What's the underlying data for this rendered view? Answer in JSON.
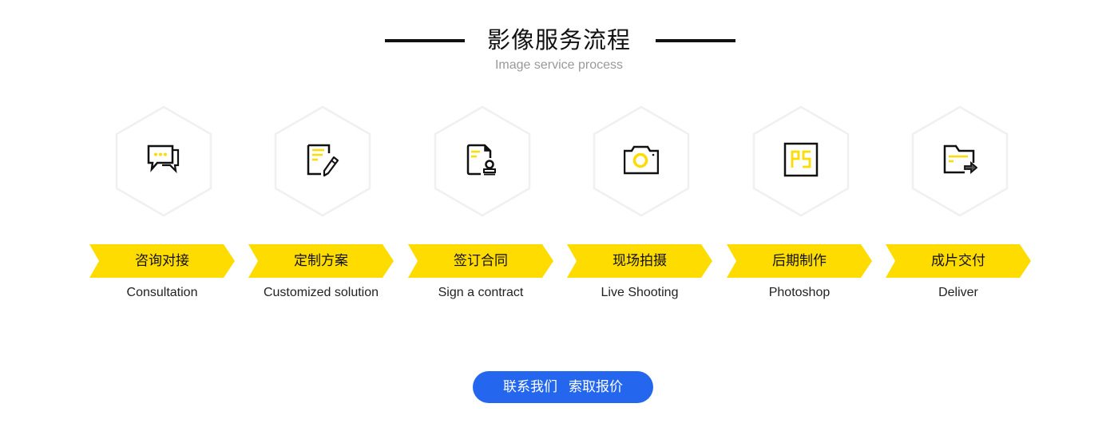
{
  "header": {
    "title": "影像服务流程",
    "subtitle": "Image service process"
  },
  "colors": {
    "accent_yellow": "#FFDC00",
    "icon_stroke": "#111111",
    "hex_border": "#F0F0F0",
    "cta_blue": "#2467EE",
    "subtitle_gray": "#999999"
  },
  "steps": [
    {
      "cn": "咨询对接",
      "en": "Consultation",
      "icon": "chat-bubbles-icon"
    },
    {
      "cn": "定制方案",
      "en": "Customized solution",
      "icon": "document-edit-icon"
    },
    {
      "cn": "签订合同",
      "en": "Sign a contract",
      "icon": "contract-stamp-icon"
    },
    {
      "cn": "现场拍摄",
      "en": "Live Shooting",
      "icon": "camera-icon"
    },
    {
      "cn": "后期制作",
      "en": "Photoshop",
      "icon": "photoshop-icon"
    },
    {
      "cn": "成片交付",
      "en": "Deliver",
      "icon": "folder-export-icon"
    }
  ],
  "cta": {
    "part1": "联系我们",
    "part2": "索取报价"
  }
}
